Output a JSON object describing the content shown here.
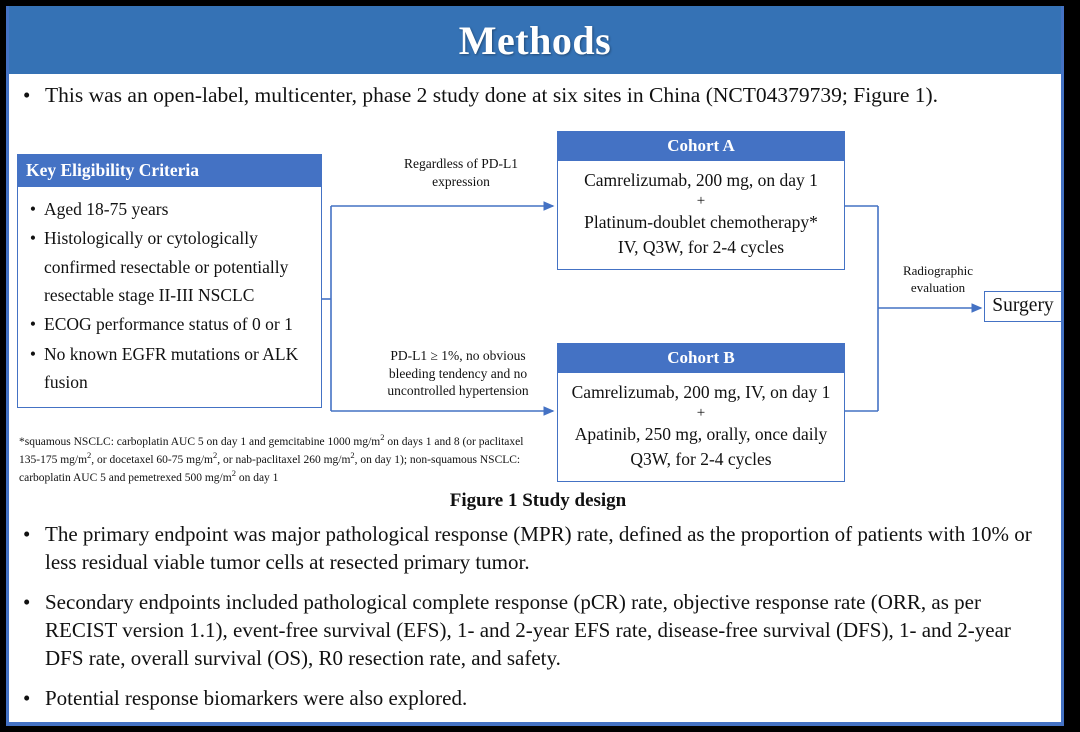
{
  "slide": {
    "title": "Methods",
    "header_color": "#3572B5",
    "accent_color": "#4472C4",
    "border_color": "#000000"
  },
  "top_bullet": {
    "marker": "•",
    "text": "This was an open-label, multicenter, phase 2 study done at six sites in China (NCT04379739; Figure 1)."
  },
  "figure": {
    "caption": "Figure 1 Study design",
    "eligibility": {
      "header": "Key  Eligibility Criteria",
      "marker": "•",
      "items": [
        "Aged 18-75 years",
        "Histologically or cytologically confirmed resectable or potentially resectable stage II-III  NSCLC",
        "ECOG performance status of 0 or 1",
        "No known EGFR mutations or ALK fusion"
      ]
    },
    "footnote": "*squamous NSCLC: carboplatin AUC 5 on day 1 and gemcitabine 1000 mg/m2 on days 1 and 8 (or paclitaxel 135-175 mg/m2, or docetaxel 60-75 mg/m2, or nab-paclitaxel 260 mg/m2, on day 1); non-squamous NSCLC: carboplatin AUC 5 and pemetrexed 500 mg/m2 on day 1",
    "connector_labels": {
      "top": "Regardless of PD-L1 expression",
      "bottom": "PD-L1 ≥ 1%, no obvious bleeding tendency and no uncontrolled hypertension",
      "right": "Radiographic evaluation"
    },
    "cohort_a": {
      "header": "Cohort A",
      "line1": "Camrelizumab, 200 mg, on day 1",
      "plus": "+",
      "line2": "Platinum-doublet chemotherapy*",
      "line3": "IV, Q3W, for 2-4 cycles"
    },
    "cohort_b": {
      "header": "Cohort B",
      "line1": "Camrelizumab, 200 mg, IV, on day 1",
      "plus": "+",
      "line2": "Apatinib, 250 mg, orally, once daily",
      "line3": "Q3W, for 2-4 cycles"
    },
    "surgery": {
      "label": "Surgery"
    }
  },
  "bottom_bullets": {
    "marker": "•",
    "items": [
      "The primary endpoint was major pathological response (MPR) rate, defined as the proportion of patients with 10% or less residual viable tumor cells at resected primary tumor.",
      "Secondary endpoints included pathological complete response (pCR) rate, objective response rate (ORR, as per RECIST version 1.1), event-free survival (EFS), 1- and 2-year EFS rate, disease-free survival (DFS), 1- and 2-year DFS rate, overall survival (OS), R0 resection rate, and safety.",
      "Potential response biomarkers were also explored."
    ]
  }
}
